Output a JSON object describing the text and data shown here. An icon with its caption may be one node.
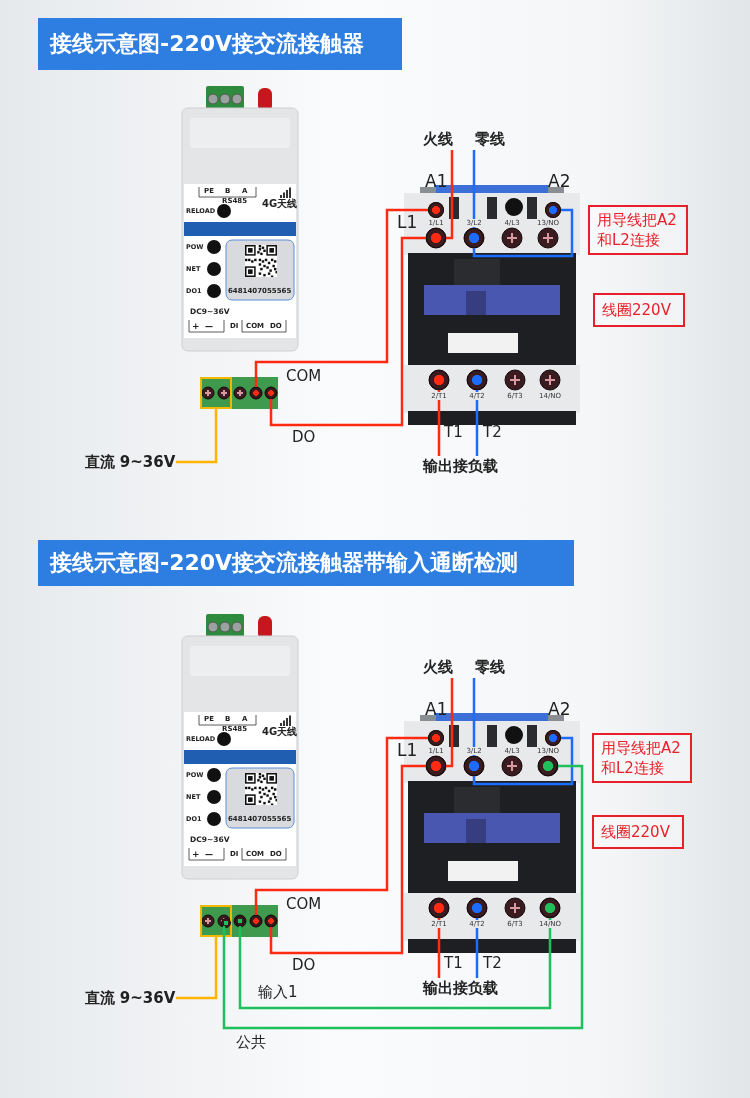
{
  "diagram": {
    "nodes": [
      {
        "text": [
          "接线示意图-220V接交流接触器"
        ]
      },
      {
        "text": [
          "PE",
          "B",
          "A",
          "RS485",
          "4G天线",
          "RELOAD",
          "POW",
          "NET",
          "DO1",
          "6481407055565",
          "DC9~36V",
          "+",
          "—",
          "DI",
          "COM",
          "DO"
        ]
      },
      {
        "text": [],
        "shape": "box"
      },
      {
        "text": [],
        "shape": "circle"
      },
      {
        "text": [],
        "shape": "circle"
      },
      {
        "text": [
          "1/L1",
          "3/L2",
          "4/L3",
          "13/NO",
          "2/T1",
          "4/T2",
          "6/T3",
          "14/NO"
        ]
      },
      {
        "text": [],
        "shape": "circle",
        "in": 5,
        "beside": [
          "A1"
        ]
      },
      {
        "text": [],
        "shape": "circle",
        "in": 5,
        "beside": [
          "L1"
        ]
      },
      {
        "text": [],
        "shape": "circle",
        "in": 5
      },
      {
        "text": [],
        "shape": "circle",
        "in": 5,
        "beside": [
          "A2"
        ]
      },
      {
        "text": [],
        "shape": "circle",
        "in": 5
      },
      {
        "text": [],
        "shape": "circle",
        "in": 5
      },
      {
        "text": [
          "火线"
        ]
      },
      {
        "text": [
          "零线"
        ]
      },
      {
        "text": [
          "用导线把A2和L2连接"
        ]
      },
      {
        "text": [
          "线圈220V"
        ]
      },
      {
        "text": [
          "输出接负载"
        ]
      },
      {
        "text": [
          "直流 9~36V"
        ]
      },
      {
        "text": [
          "接线示意图-220V接交流接触器带输入通断检测"
        ]
      },
      {
        "text": [
          "PE",
          "B",
          "A",
          "RS485",
          "4G天线",
          "RELOAD",
          "POW",
          "NET",
          "DO1",
          "6481407055565",
          "DC9~36V",
          "+",
          "—",
          "DI",
          "COM",
          "DO"
        ]
      },
      {
        "text": [],
        "shape": "box"
      },
      {
        "text": [],
        "shape": "circle",
        "in": 20
      },
      {
        "text": [],
        "shape": "circle"
      },
      {
        "text": [],
        "shape": "circle"
      },
      {
        "text": [],
        "shape": "circle"
      },
      {
        "text": [
          "1/L1",
          "3/L2",
          "4/L3",
          "13/NO",
          "2/T1",
          "4/T2",
          "6/T3",
          "14/NO"
        ]
      },
      {
        "text": [],
        "shape": "circle",
        "in": 25,
        "beside": [
          "A1"
        ]
      },
      {
        "text": [],
        "shape": "circle",
        "in": 25,
        "beside": [
          "L1"
        ]
      },
      {
        "text": [],
        "shape": "circle",
        "in": 25
      },
      {
        "text": [],
        "shape": "circle",
        "in": 25,
        "beside": [
          "A2"
        ]
      },
      {
        "text": [],
        "shape": "circle",
        "in": 25
      },
      {
        "text": [],
        "shape": "circle",
        "in": 25
      },
      {
        "text": [],
        "shape": "circle",
        "in": 25
      },
      {
        "text": [],
        "shape": "circle",
        "in": 25
      },
      {
        "text": [
          "火线"
        ]
      },
      {
        "text": [
          "零线"
        ]
      },
      {
        "text": [
          "用导线把A2和L2连接"
        ]
      },
      {
        "text": [
          "线圈220V"
        ]
      },
      {
        "text": [
          "输出接负载"
        ]
      },
      {
        "text": [
          "直流 9~36V"
        ]
      }
    ],
    "edges": [
      {
        "from": 3,
        "to": 6,
        "arrow": "none",
        "label": "COM"
      },
      {
        "from": 4,
        "to": 7,
        "arrow": "none",
        "label": "DO"
      },
      {
        "from": 12,
        "to": 7,
        "arrow": "none"
      },
      {
        "from": 13,
        "to": 8,
        "arrow": "none",
        "color": "#1e6bff"
      },
      {
        "from": 8,
        "to": 9,
        "arrow": "none",
        "color": "#1e6bff"
      },
      {
        "from": 10,
        "to": 16,
        "arrow": "none",
        "label": "T1"
      },
      {
        "from": 11,
        "to": 16,
        "arrow": "none",
        "label": "T2",
        "color": "#1e6bff"
      },
      {
        "from": 17,
        "to": 2,
        "arrow": "none",
        "color": "#ffb400"
      },
      {
        "from": 23,
        "to": 26,
        "arrow": "none",
        "label": "COM"
      },
      {
        "from": 24,
        "to": 27,
        "arrow": "none",
        "label": "DO"
      },
      {
        "from": 34,
        "to": 27,
        "arrow": "none"
      },
      {
        "from": 35,
        "to": 28,
        "arrow": "none",
        "color": "#1e6bff"
      },
      {
        "from": 28,
        "to": 29,
        "arrow": "none",
        "color": "#1e6bff"
      },
      {
        "from": 31,
        "to": 38,
        "arrow": "none",
        "label": "T1"
      },
      {
        "from": 32,
        "to": 38,
        "arrow": "none",
        "label": "T2",
        "color": "#1e6bff"
      },
      {
        "from": 39,
        "to": 20,
        "arrow": "none",
        "color": "#ffb400"
      },
      {
        "from": 22,
        "to": 33,
        "arrow": "none",
        "label": "输入1",
        "color": "#1fbf5b"
      },
      {
        "from": 21,
        "to": 30,
        "arrow": "none",
        "label": "公共",
        "color": "#1fbf5b"
      }
    ]
  }
}
